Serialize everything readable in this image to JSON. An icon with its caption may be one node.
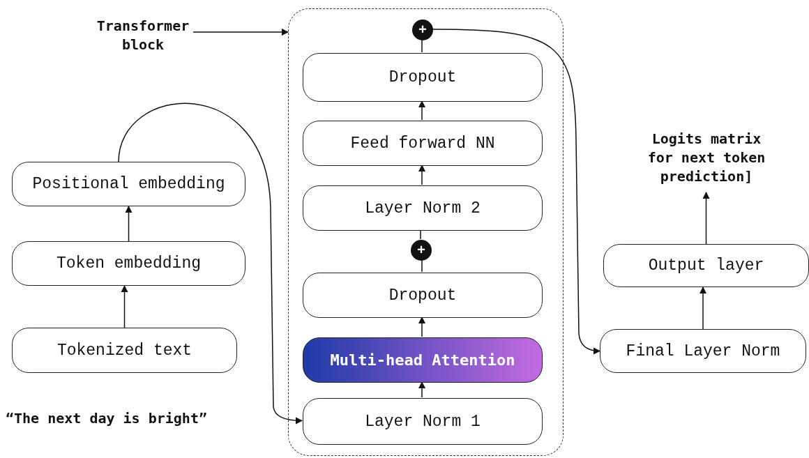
{
  "diagram": {
    "nodes": [
      {
        "text": [
          "Transformer block"
        ]
      },
      {
        "text": [],
        "shape": "box"
      },
      {
        "text": [
          "+"
        ],
        "in": 1
      },
      {
        "text": [
          "Dropout"
        ],
        "in": 1
      },
      {
        "text": [
          "Feed forward NN"
        ],
        "in": 1
      },
      {
        "text": [
          "Layer Norm 2"
        ],
        "in": 1
      },
      {
        "text": [
          "+"
        ],
        "in": 1
      },
      {
        "text": [
          "Dropout"
        ],
        "in": 1
      },
      {
        "text": [
          "Multi-head Attention"
        ],
        "in": 1
      },
      {
        "text": [
          "Layer Norm 1"
        ],
        "in": 1
      },
      {
        "text": [
          "Positional embedding"
        ]
      },
      {
        "text": [
          "Token embedding"
        ]
      },
      {
        "text": [
          "Tokenized text"
        ]
      },
      {
        "text": [
          "Logits matrix for next token prediction]"
        ]
      },
      {
        "text": [
          "Output layer"
        ]
      },
      {
        "text": [
          "Final Layer Norm"
        ]
      }
    ],
    "edges": [
      {
        "from": 0,
        "to": 1,
        "arrow": "to"
      },
      {
        "from": 12,
        "to": 11,
        "arrow": "to"
      },
      {
        "from": 11,
        "to": 10,
        "arrow": "to"
      },
      {
        "from": 10,
        "to": 9,
        "arrow": "to"
      },
      {
        "from": 9,
        "to": 8,
        "arrow": "to"
      },
      {
        "from": 8,
        "to": 7,
        "arrow": "to"
      },
      {
        "from": 7,
        "to": 6,
        "arrow": "none"
      },
      {
        "from": 6,
        "to": 5,
        "arrow": "none"
      },
      {
        "from": 5,
        "to": 4,
        "arrow": "to"
      },
      {
        "from": 4,
        "to": 3,
        "arrow": "to"
      },
      {
        "from": 3,
        "to": 2,
        "arrow": "none"
      },
      {
        "from": 2,
        "to": 15,
        "arrow": "to"
      },
      {
        "from": 15,
        "to": 14,
        "arrow": "to"
      },
      {
        "from": 14,
        "to": 13,
        "arrow": "to"
      }
    ],
    "labels": [
      "“The next day is bright”"
    ]
  }
}
